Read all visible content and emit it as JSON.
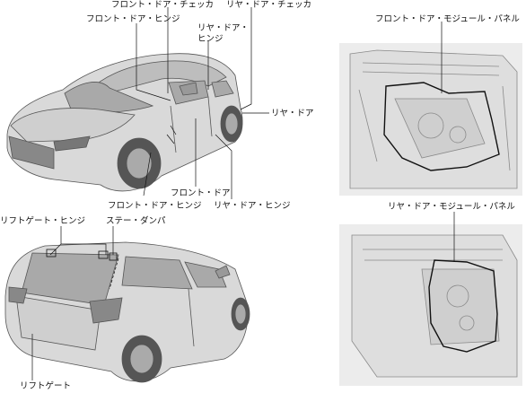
{
  "top_car": {
    "labels": {
      "front_door_checker": "フロント・ドア・チェッカ",
      "rear_door_checker": "リヤ・ドア・チェッカ",
      "front_door_hinge_top": "フロント・ドア・ヒンジ",
      "rear_door_hinge_top_line1": "リヤ・ドア・",
      "rear_door_hinge_top_line2": "ヒンジ",
      "rear_door": "リヤ・ドア",
      "front_door": "フロント・ドア",
      "front_door_hinge_bottom": "フロント・ドア・ヒンジ",
      "rear_door_hinge_bottom": "リヤ・ドア・ヒンジ"
    }
  },
  "bottom_car": {
    "labels": {
      "liftgate_hinge": "リフトゲート・ヒンジ",
      "stay_damper": "ステー・ダンパ",
      "liftgate": "リフトゲート"
    }
  },
  "front_door_panel": {
    "label": "フロント・ドア・モジュール・パネル"
  },
  "rear_door_panel": {
    "label": "リヤ・ドア・モジュール・パネル"
  }
}
